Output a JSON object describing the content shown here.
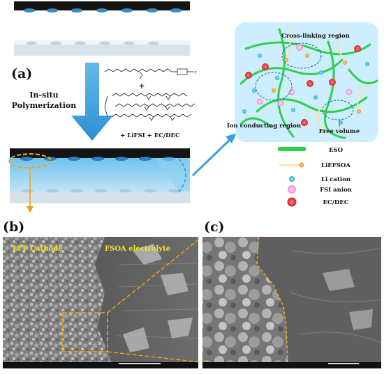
{
  "panel_labels": {
    "a": "(a)",
    "b": "(b)",
    "c": "(c)"
  },
  "process": {
    "line1": "In-situ",
    "line2": "Polymerization"
  },
  "reaction": {
    "plus": "+",
    "additives": "+ LiFSI  + EC/DEC"
  },
  "schematic": {
    "cross_linking": "Cross-linking region",
    "ion_conducting": "Ion conducting region",
    "free_volume": "Free volume"
  },
  "legend": [
    {
      "label": "ESO",
      "color": "#2fd04a"
    },
    {
      "label": "LiEFSOA",
      "color": "#f3e6a2"
    },
    {
      "label": "Li cation",
      "color": "#21c0e6"
    },
    {
      "label": "FSI anion",
      "color": "#f4a6d8"
    },
    {
      "label": "EC/DEC",
      "color": "#e0262b"
    }
  ],
  "sem_b": {
    "left_label": "LFP Cathode",
    "right_label": "FSOA electrolyte"
  },
  "colors": {
    "accent_blue": "#3aa0e0",
    "highlight_orange": "#f2a514",
    "label_yellow": "#f2e21c"
  }
}
